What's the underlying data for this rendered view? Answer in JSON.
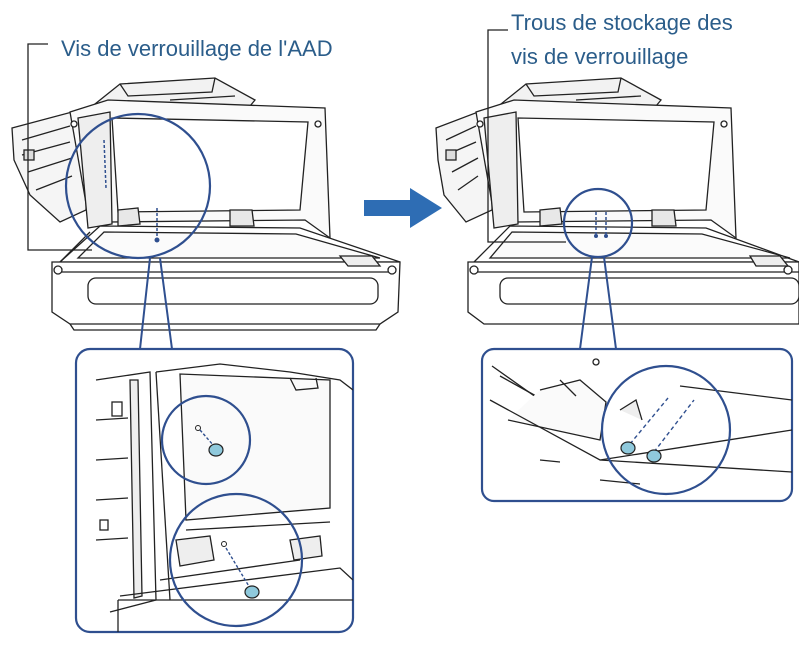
{
  "labels": {
    "left_callout": "Vis de verrouillage de l'AAD",
    "right_callout_line1": "Trous de stockage des",
    "right_callout_line2": "vis de verrouillage"
  },
  "colors": {
    "label_text": "#2b5d8a",
    "callout_circle": "#2f4f8f",
    "arrow": "#2e6db4",
    "screw": "#8fc9dc",
    "line_art": "#222222"
  },
  "icons": {
    "arrow": "right-arrow-icon",
    "screw": "screw-icon"
  }
}
